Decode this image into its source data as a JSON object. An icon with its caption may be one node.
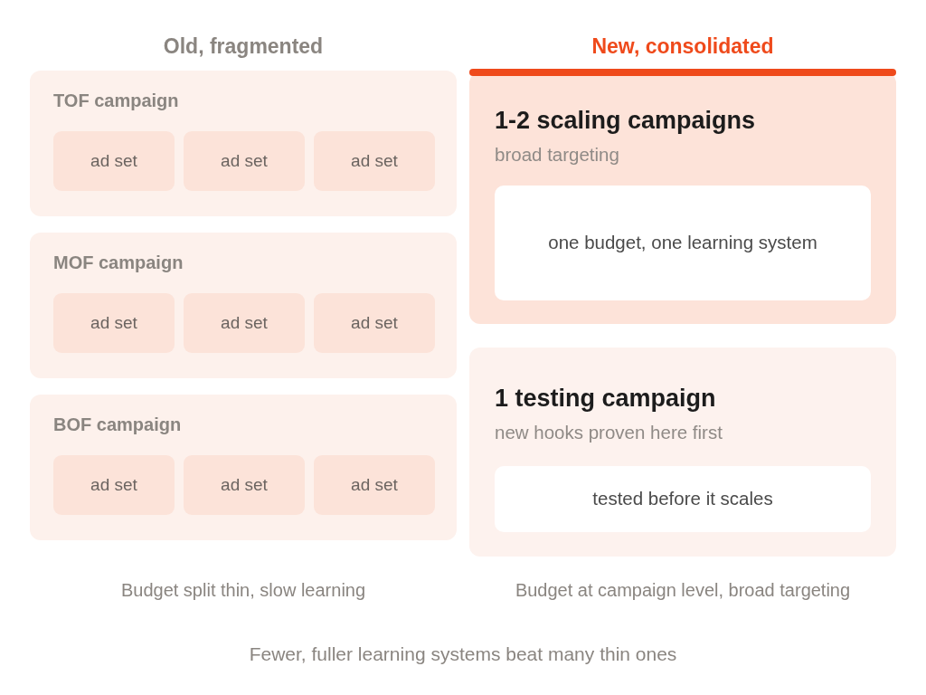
{
  "diagram": {
    "caption": "Fewer, fuller learning systems beat many thin ones",
    "nodes": [
      {
        "text": [
          "TOF campaign"
        ]
      },
      {
        "text": [
          "ad set"
        ],
        "in": 0
      },
      {
        "text": [
          "ad set"
        ],
        "in": 0
      },
      {
        "text": [
          "ad set"
        ],
        "in": 0
      },
      {
        "text": [
          "MOF campaign"
        ]
      },
      {
        "text": [
          "ad set"
        ],
        "in": 4
      },
      {
        "text": [
          "ad set"
        ],
        "in": 4
      },
      {
        "text": [
          "ad set"
        ],
        "in": 4
      },
      {
        "text": [
          "BOF campaign"
        ]
      },
      {
        "text": [
          "ad set"
        ],
        "in": 8
      },
      {
        "text": [
          "ad set"
        ],
        "in": 8
      },
      {
        "text": [
          "ad set"
        ],
        "in": 8
      },
      {
        "text": [
          "1-2 scaling campaigns",
          "broad targeting"
        ]
      },
      {
        "text": [
          "one budget, one learning system"
        ],
        "in": 12
      },
      {
        "text": [
          "1 testing campaign",
          "new hooks proven here first"
        ]
      },
      {
        "text": [
          "tested before it scales"
        ],
        "in": 14
      }
    ],
    "labels": [
      "Old, fragmented",
      "New, consolidated",
      "Budget split thin, slow learning",
      "Budget at campaign level, broad targeting"
    ]
  }
}
